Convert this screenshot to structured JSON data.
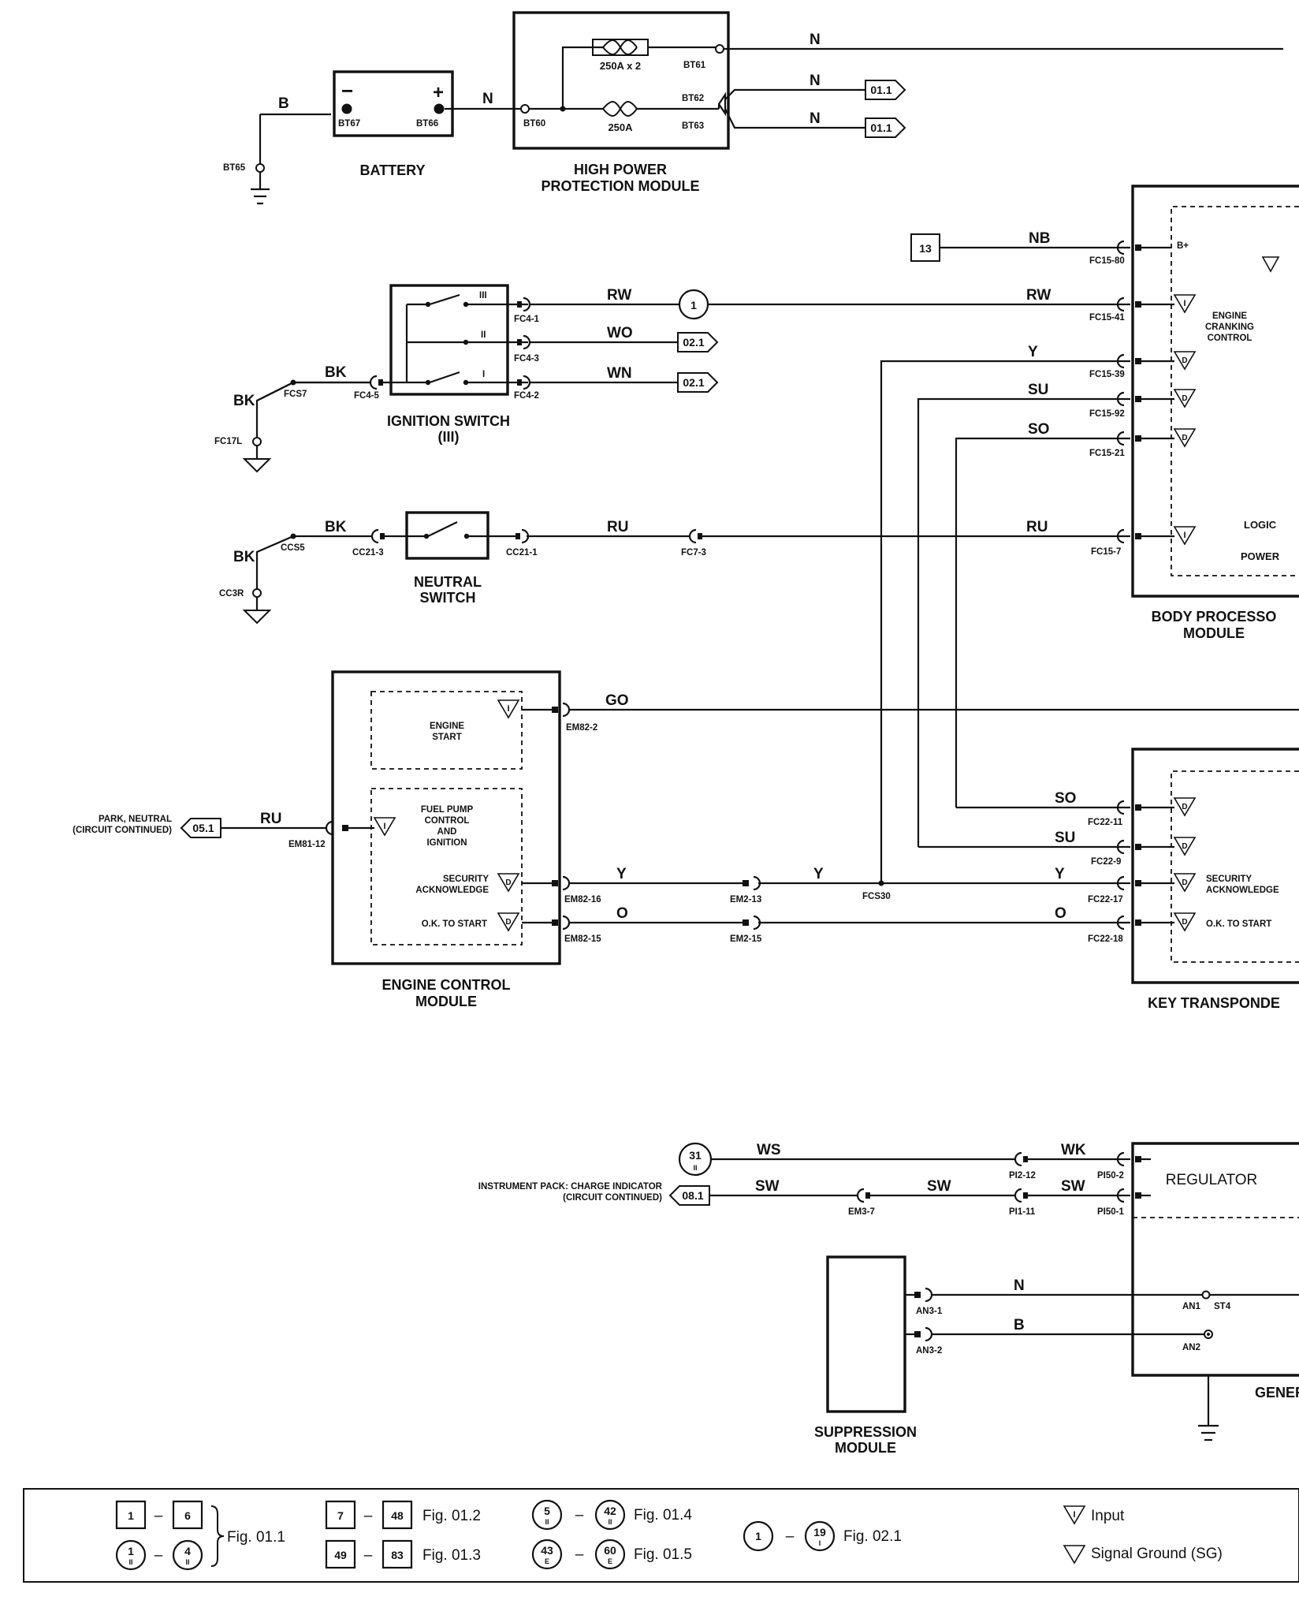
{
  "components": {
    "battery": {
      "label": "BATTERY",
      "neg_pin": "BT67",
      "pos_pin": "BT66",
      "neg_sign": "−",
      "pos_sign": "+"
    },
    "hppm": {
      "label_1": "HIGH POWER",
      "label_2": "PROTECTION MODULE",
      "fuse_1": "250A x 2",
      "fuse_2": "250A",
      "in_pin": "BT60",
      "pins": [
        "BT61",
        "BT62",
        "BT63"
      ]
    },
    "ignition_switch": {
      "label_1": "IGNITION SWITCH",
      "label_2": "(III)",
      "pos": [
        "III",
        "II",
        "I"
      ]
    },
    "neutral_switch": {
      "label_1": "NEUTRAL",
      "label_2": "SWITCH"
    },
    "bpm": {
      "label_1": "BODY PROCESSO",
      "label_2": "MODULE",
      "inner": [
        "ENGINE",
        "CRANKING",
        "CONTROL"
      ],
      "logic": "LOGIC",
      "power": "POWER",
      "bplus": "B+"
    },
    "ecm": {
      "label_1": "ENGINE CONTROL",
      "label_2": "MODULE",
      "engine_start": [
        "ENGINE",
        "START"
      ],
      "fuel_pump": [
        "FUEL PUMP",
        "CONTROL",
        "AND",
        "IGNITION"
      ],
      "sec_ack": [
        "SECURITY",
        "ACKNOWLEDGE"
      ],
      "ok_start": "O.K. TO START"
    },
    "ktm": {
      "label": "KEY TRANSPONDE",
      "sec_ack": [
        "SECURITY",
        "ACKNOWLEDGE"
      ],
      "ok_start": "O.K. TO START"
    },
    "generator": {
      "label": "GENERA",
      "regulator": "REGULATOR"
    },
    "suppression": {
      "label_1": "SUPPRESSION",
      "label_2": "MODULE"
    }
  },
  "wire_labels": [
    "B",
    "N",
    "N",
    "N",
    "N",
    "NB",
    "RW",
    "RW",
    "WO",
    "WN",
    "BK",
    "BK",
    "Y",
    "SU",
    "SO",
    "BK",
    "BK",
    "RU",
    "RU",
    "GO",
    "RU",
    "Y",
    "Y",
    "Y",
    "O",
    "O",
    "SO",
    "SU",
    "WS",
    "WK",
    "SW",
    "SW",
    "SW",
    "N",
    "B"
  ],
  "connectors": [
    "BT65",
    "BT67",
    "BT66",
    "BT60",
    "BT61",
    "BT62",
    "BT63",
    "FC4-1",
    "FC4-3",
    "FC4-5",
    "FC4-2",
    "FCS7",
    "FC17L",
    "FC15-80",
    "FC15-41",
    "FC15-39",
    "FC15-92",
    "FC15-21",
    "FC15-7",
    "CCS5",
    "CC21-3",
    "CC21-1",
    "FC7-3",
    "CC3R",
    "EM82-2",
    "EM81-12",
    "EM82-16",
    "EM82-15",
    "EM2-13",
    "EM2-15",
    "FCS30",
    "FC22-11",
    "FC22-9",
    "FC22-17",
    "FC22-18",
    "PI2-12",
    "PI50-2",
    "EM3-7",
    "PI1-11",
    "PI50-1",
    "AN3-1",
    "AN3-2",
    "AN1",
    "ST4",
    "AN2"
  ],
  "flags": {
    "f01a": "01.1",
    "f01b": "01.1",
    "f02a": "02.1",
    "f02b": "02.1",
    "f05": "05.1",
    "f08": "08.1",
    "box13": "13",
    "circle1": "1",
    "circle31": "31",
    "circle31_sub": "II"
  },
  "notes": {
    "park": [
      "PARK, NEUTRAL",
      "(CIRCUIT CONTINUED)"
    ],
    "instrument": [
      "INSTRUMENT PACK: CHARGE INDICATOR",
      "(CIRCUIT CONTINUED)"
    ]
  },
  "legend": {
    "a_from": "1",
    "a_to": "6",
    "b_from": "1",
    "b_from_sub": "II",
    "b_to": "4",
    "b_to_sub": "II",
    "ab_fig": "Fig. 01.1",
    "c_from": "7",
    "c_to": "48",
    "c_fig": "Fig. 01.2",
    "d_from": "49",
    "d_to": "83",
    "d_fig": "Fig. 01.3",
    "e_from": "5",
    "e_from_sub": "II",
    "e_to": "42",
    "e_to_sub": "II",
    "e_fig": "Fig. 01.4",
    "f_from": "43",
    "f_from_sub": "E",
    "f_to": "60",
    "f_to_sub": "E",
    "f_fig": "Fig. 01.5",
    "g_from": "1",
    "g_to": "19",
    "g_to_sub": "I",
    "g_fig": "Fig. 02.1",
    "dash": "–",
    "input_sym": "I",
    "input": "Input",
    "sg": "Signal Ground (SG)"
  }
}
